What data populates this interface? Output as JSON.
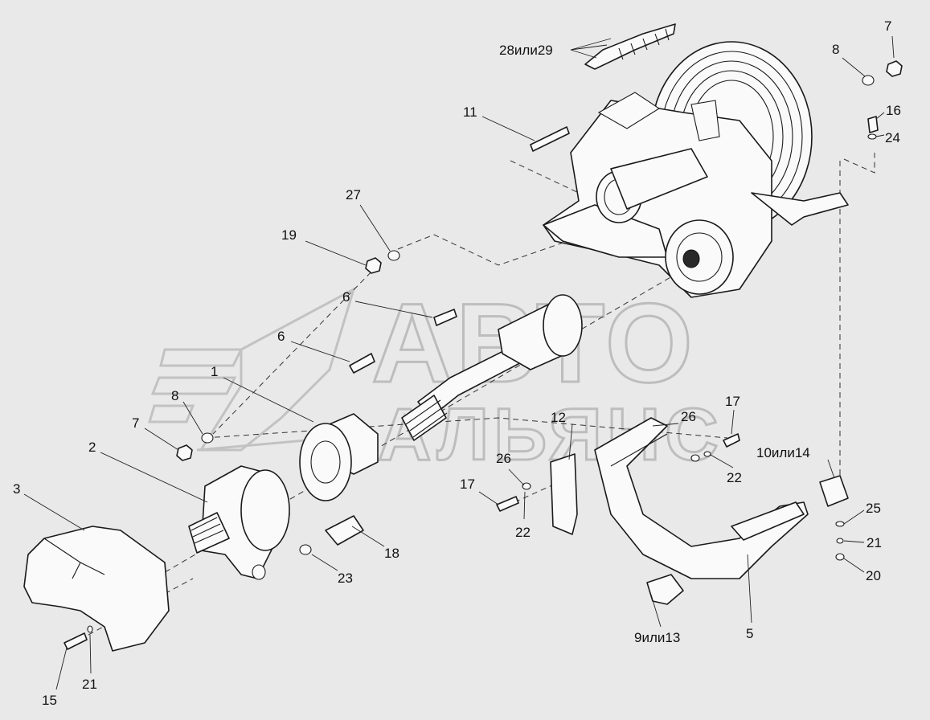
{
  "watermark": {
    "line1": "АВТО",
    "line2": "АЛЬЯНС"
  },
  "callouts": {
    "c1": "1",
    "c2": "2",
    "c3": "3",
    "c5": "5",
    "c6a": "6",
    "c6b": "6",
    "c7a": "7",
    "c7b": "7",
    "c8a": "8",
    "c8b": "8",
    "c9or13": "9или13",
    "c10or14": "10или14",
    "c11": "11",
    "c12": "12",
    "c15": "15",
    "c16": "16",
    "c17a": "17",
    "c17b": "17",
    "c18": "18",
    "c19": "19",
    "c20": "20",
    "c21a": "21",
    "c21b": "21",
    "c22a": "22",
    "c22b": "22",
    "c23": "23",
    "c24": "24",
    "c25": "25",
    "c26a": "26",
    "c26b": "26",
    "c27": "27",
    "c28or29": "28или29"
  }
}
